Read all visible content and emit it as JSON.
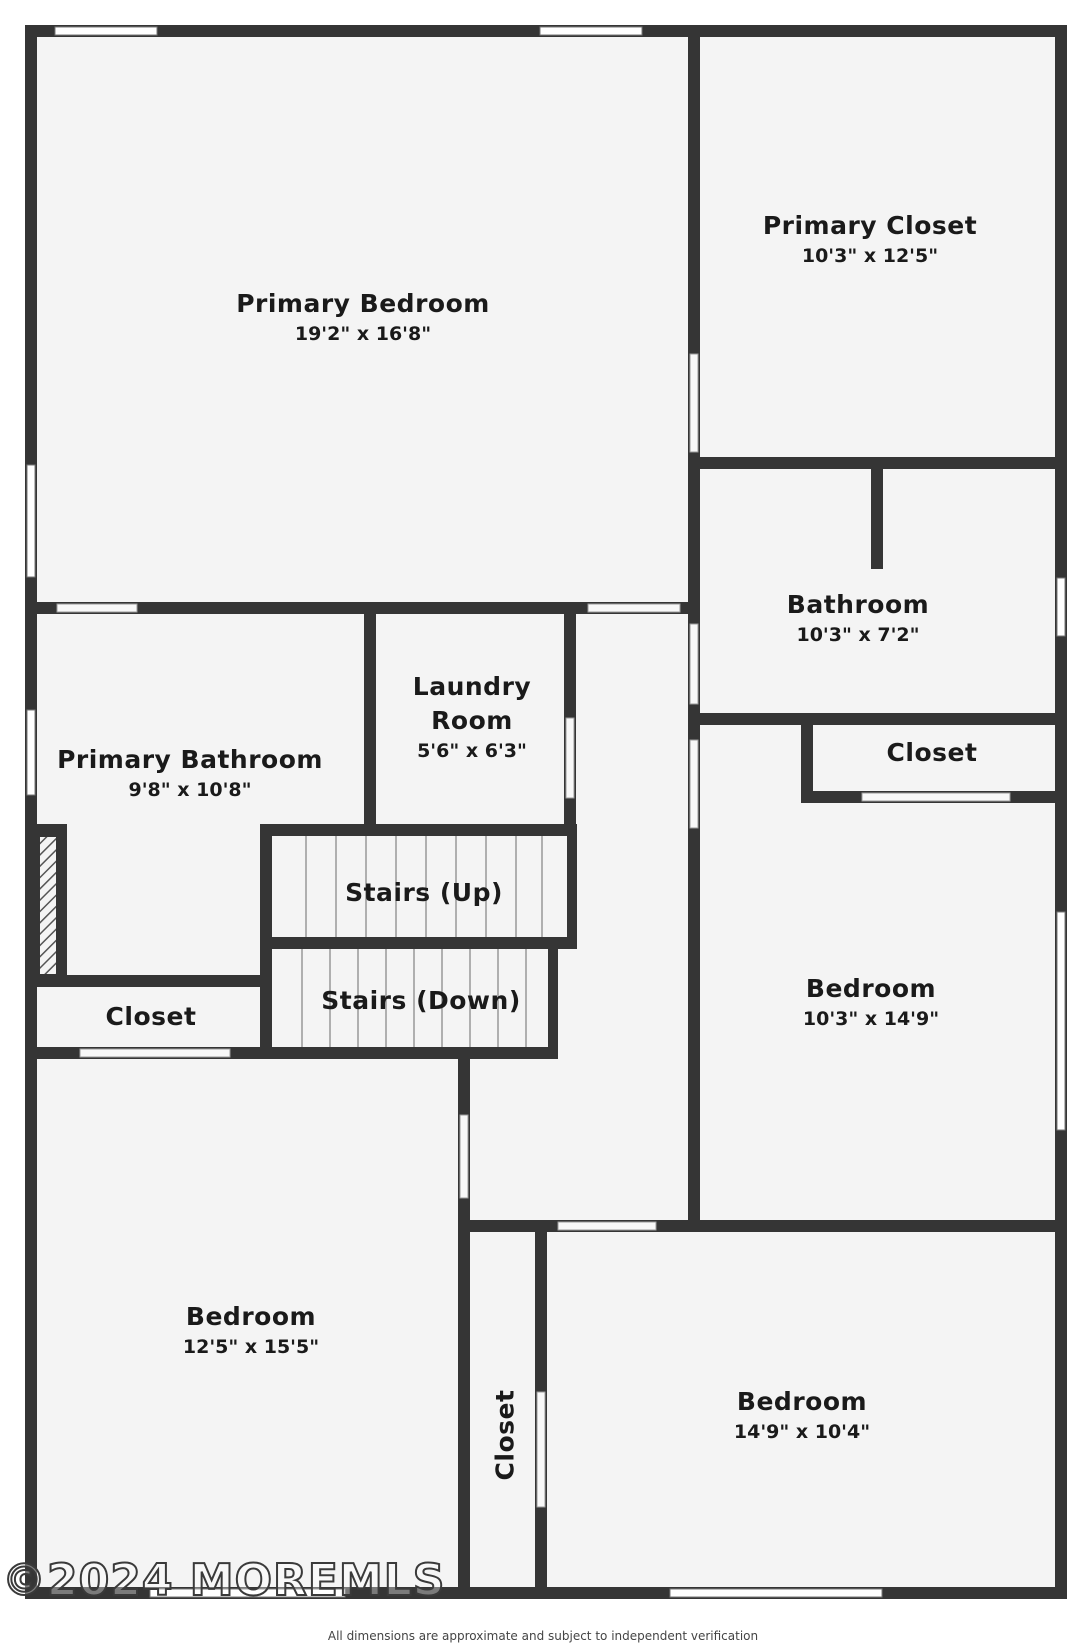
{
  "rooms": {
    "primary_bedroom": {
      "name": "Primary Bedroom",
      "dims": "19'2\" x 16'8\""
    },
    "primary_closet": {
      "name": "Primary Closet",
      "dims": "10'3\" x 12'5\""
    },
    "bathroom": {
      "name": "Bathroom",
      "dims": "10'3\" x 7'2\""
    },
    "laundry": {
      "name_line1": "Laundry",
      "name_line2": "Room",
      "dims": "5'6\" x 6'3\""
    },
    "primary_bathroom": {
      "name": "Primary Bathroom",
      "dims": "9'8\" x 10'8\""
    },
    "closet_right": {
      "name": "Closet"
    },
    "stairs_up": {
      "name": "Stairs (Up)"
    },
    "stairs_down": {
      "name": "Stairs (Down)"
    },
    "closet_left": {
      "name": "Closet"
    },
    "bedroom_right": {
      "name": "Bedroom",
      "dims": "10'3\" x 14'9\""
    },
    "bedroom_lower_left": {
      "name": "Bedroom",
      "dims": "12'5\" x 15'5\""
    },
    "bedroom_lower_right": {
      "name": "Bedroom",
      "dims": "14'9\" x 10'4\""
    },
    "closet_vertical": {
      "name": "Closet"
    }
  },
  "watermark": "©2024 MOREMLS",
  "footer": "All dimensions are approximate and subject to independent verification",
  "colors": {
    "wall": "#353535",
    "floor": "#f4f4f4",
    "window": "#ffffff",
    "text": "#1a1a1a"
  }
}
